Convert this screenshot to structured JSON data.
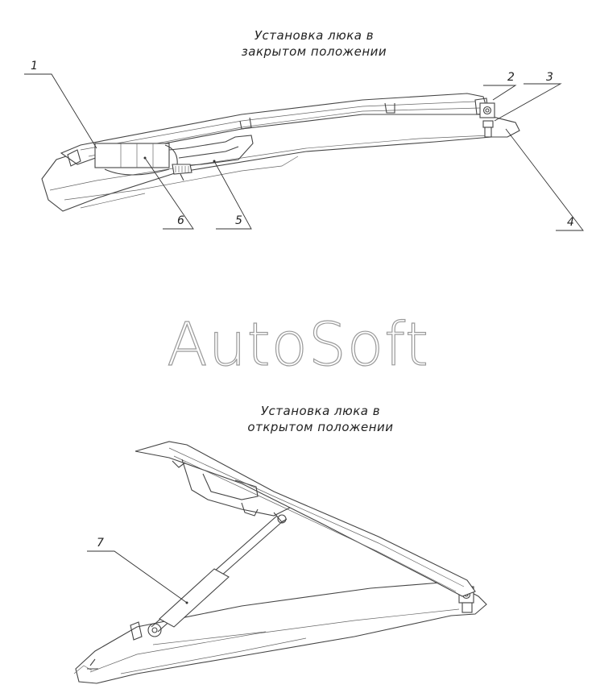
{
  "captions": {
    "closed": {
      "line1": "Установка люка в",
      "line2": "закрытом положении"
    },
    "open": {
      "line1": "Установка люка в",
      "line2": "открытом положении"
    }
  },
  "callouts": [
    "1",
    "2",
    "3",
    "4",
    "5",
    "6",
    "7"
  ],
  "watermark": "AutoSoft",
  "colors": {
    "line": "#444444",
    "watermark_outline": "#9a9a9a",
    "background": "#ffffff"
  }
}
